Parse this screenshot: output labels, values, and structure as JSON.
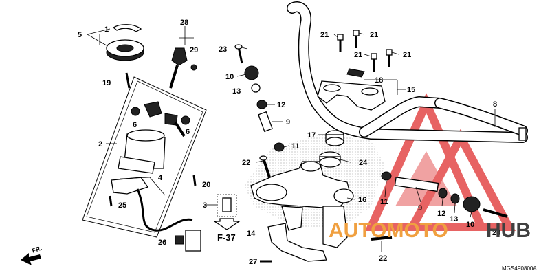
{
  "diagram_code": "MGS4F0800A",
  "direction_label": "FR.",
  "reference_label": "F-37",
  "watermark": {
    "text_a": "AUTOMOTO",
    "text_b": "HUB",
    "color_a": "#f0a040",
    "color_b": "#404040",
    "logo_color": "#e03030"
  },
  "callouts": [
    {
      "id": "c1",
      "text": "1"
    },
    {
      "id": "c2",
      "text": "2"
    },
    {
      "id": "c3",
      "text": "3"
    },
    {
      "id": "c4",
      "text": "4"
    },
    {
      "id": "c5",
      "text": "5"
    },
    {
      "id": "c6a",
      "text": "6"
    },
    {
      "id": "c6b",
      "text": "6"
    },
    {
      "id": "c8",
      "text": "8"
    },
    {
      "id": "c9a",
      "text": "9"
    },
    {
      "id": "c9b",
      "text": "9"
    },
    {
      "id": "c10a",
      "text": "10"
    },
    {
      "id": "c10b",
      "text": "10"
    },
    {
      "id": "c11a",
      "text": "11"
    },
    {
      "id": "c11b",
      "text": "11"
    },
    {
      "id": "c12a",
      "text": "12"
    },
    {
      "id": "c12b",
      "text": "12"
    },
    {
      "id": "c13a",
      "text": "13"
    },
    {
      "id": "c13b",
      "text": "13"
    },
    {
      "id": "c14",
      "text": "14"
    },
    {
      "id": "c15",
      "text": "15"
    },
    {
      "id": "c16",
      "text": "16"
    },
    {
      "id": "c17",
      "text": "17"
    },
    {
      "id": "c18",
      "text": "18"
    },
    {
      "id": "c19",
      "text": "19"
    },
    {
      "id": "c20",
      "text": "20"
    },
    {
      "id": "c21a",
      "text": "21"
    },
    {
      "id": "c21b",
      "text": "21"
    },
    {
      "id": "c21c",
      "text": "21"
    },
    {
      "id": "c21d",
      "text": "21"
    },
    {
      "id": "c22a",
      "text": "22"
    },
    {
      "id": "c22b",
      "text": "22"
    },
    {
      "id": "c23a",
      "text": "23"
    },
    {
      "id": "c23b",
      "text": "23"
    },
    {
      "id": "c24",
      "text": "24"
    },
    {
      "id": "c25",
      "text": "25"
    },
    {
      "id": "c26",
      "text": "26"
    },
    {
      "id": "c27",
      "text": "27"
    },
    {
      "id": "c28",
      "text": "28"
    },
    {
      "id": "c29",
      "text": "29"
    }
  ]
}
